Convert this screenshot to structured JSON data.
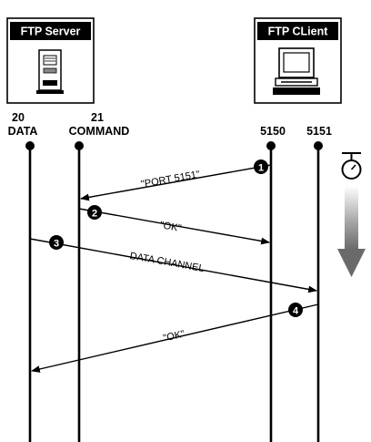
{
  "server": {
    "title": "FTP Server",
    "icon": "server-tower-icon"
  },
  "client": {
    "title": "FTP CLient",
    "icon": "desktop-computer-icon"
  },
  "ports": {
    "data": {
      "number": "20",
      "label": "DATA"
    },
    "command": {
      "number": "21",
      "label": "COMMAND"
    },
    "client_command": {
      "number": "5150"
    },
    "client_data": {
      "number": "5151"
    }
  },
  "messages": [
    {
      "step": "1",
      "label": "\"PORT 5151\""
    },
    {
      "step": "2",
      "label": "\"OK\""
    },
    {
      "step": "3",
      "label": "DATA CHANNEL"
    },
    {
      "step": "4",
      "label": "\"OK\""
    }
  ],
  "time_indicator": {
    "icon": "stopwatch-icon",
    "arrow": "down-arrow-icon"
  },
  "colors": {
    "ink": "#000000",
    "title_bg": "#000000",
    "title_fg": "#ffffff",
    "arrow_gray": "#6f6f6f"
  }
}
